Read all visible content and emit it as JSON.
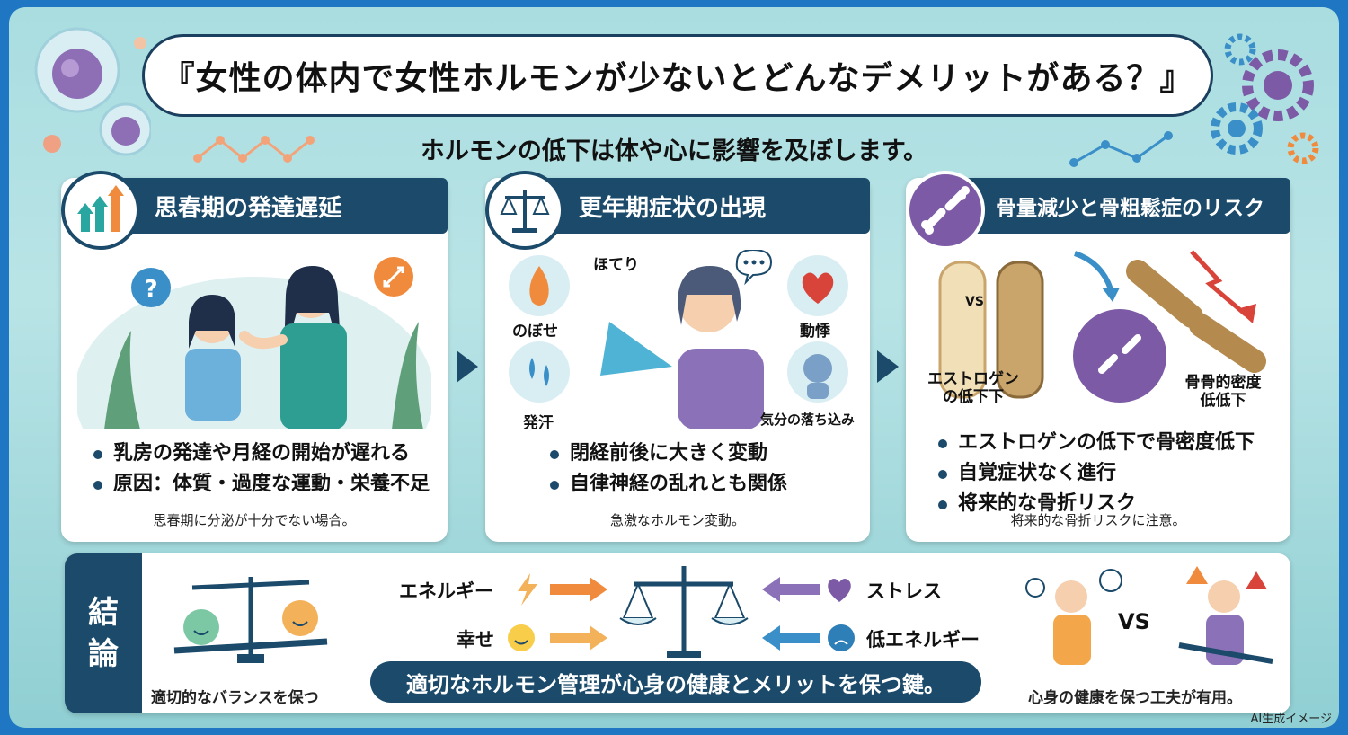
{
  "title": "『女性の体内で女性ホルモンが少ないとどんなデメリットがある？』",
  "subtitle": "ホルモンの低下は体や心に影響を及ぼします。",
  "cards": [
    {
      "heading": "思春期の発達遅延",
      "bullets": [
        "乳房の発達や月経の開始が遅れる",
        "原因：体質・過度な運動・栄養不足"
      ],
      "note": "思春期に分泌が十分でない場合。"
    },
    {
      "heading": "更年期症状の出現",
      "labels": {
        "hot_flush": "ほてり",
        "nobose": "のぼせ",
        "sweat": "発汗",
        "palpitation": "動悸",
        "mood": "気分の落ち込み"
      },
      "bullets": [
        "閉経前後に大きく変動",
        "自律神経の乱れとも関係"
      ],
      "note": "急激なホルモン変動。"
    },
    {
      "heading": "骨量減少と骨粗鬆症のリスク",
      "labels": {
        "vs": "VS",
        "estrogen": "エストロゲン\nの低下下",
        "density": "骨骨的密度\n低低下"
      },
      "bullets": [
        "エストロゲンの低下で骨密度低下",
        "自覚症状なく進行",
        "将来的な骨折リスク"
      ],
      "note": "将来的な骨折リスクに注意。"
    }
  ],
  "conclusion": {
    "tag": [
      "結",
      "論"
    ],
    "balance_label": "適切的なバランスを保つ",
    "left_flow": [
      "エネルギー",
      "幸せ"
    ],
    "right_flow": [
      "ストレス",
      "低エネルギー"
    ],
    "banner": "適切なホルモン管理が心身の健康とメリットを保つ鍵。",
    "vs": "VS",
    "right_label": "心身の健康を保つ工夫が有用。"
  },
  "footer": "AI生成イメージ",
  "colors": {
    "navy": "#1b4a6a",
    "teal": "#a9dde0",
    "orange": "#f08a3c",
    "purple": "#7c5aa6",
    "blue": "#3a8fc8"
  }
}
